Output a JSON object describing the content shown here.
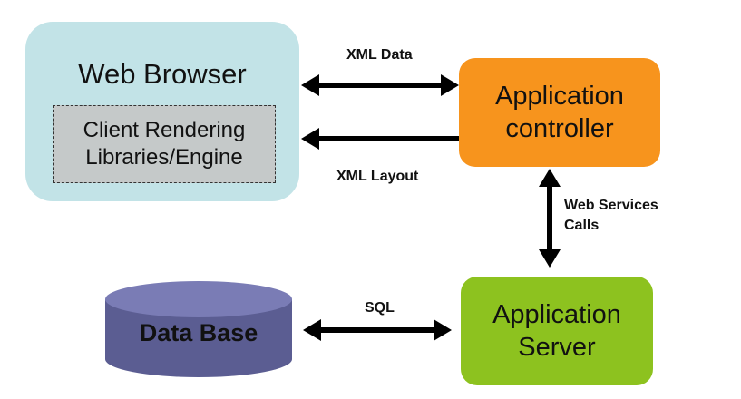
{
  "nodes": {
    "web_browser": {
      "title": "Web Browser"
    },
    "client_rendering": {
      "line1": "Client Rendering",
      "line2": "Libraries/Engine"
    },
    "app_controller": {
      "line1": "Application",
      "line2": "controller"
    },
    "app_server": {
      "line1": "Application",
      "line2": "Server"
    },
    "database": {
      "title": "Data Base"
    }
  },
  "edges": {
    "xml_data": {
      "label": "XML Data",
      "direction": "bidirectional"
    },
    "xml_layout": {
      "label": "XML Layout",
      "direction": "controller-to-browser"
    },
    "web_services": {
      "line1": "Web Services",
      "line2": "Calls",
      "direction": "bidirectional"
    },
    "sql": {
      "label": "SQL",
      "direction": "bidirectional"
    }
  },
  "colors": {
    "browser": "#c2e3e7",
    "client_lib": "#c5c9c9",
    "controller": "#f7941d",
    "server": "#8dc21f",
    "database_side": "#5b5d92",
    "database_top": "#7a7cb5",
    "arrows": "#000000"
  }
}
